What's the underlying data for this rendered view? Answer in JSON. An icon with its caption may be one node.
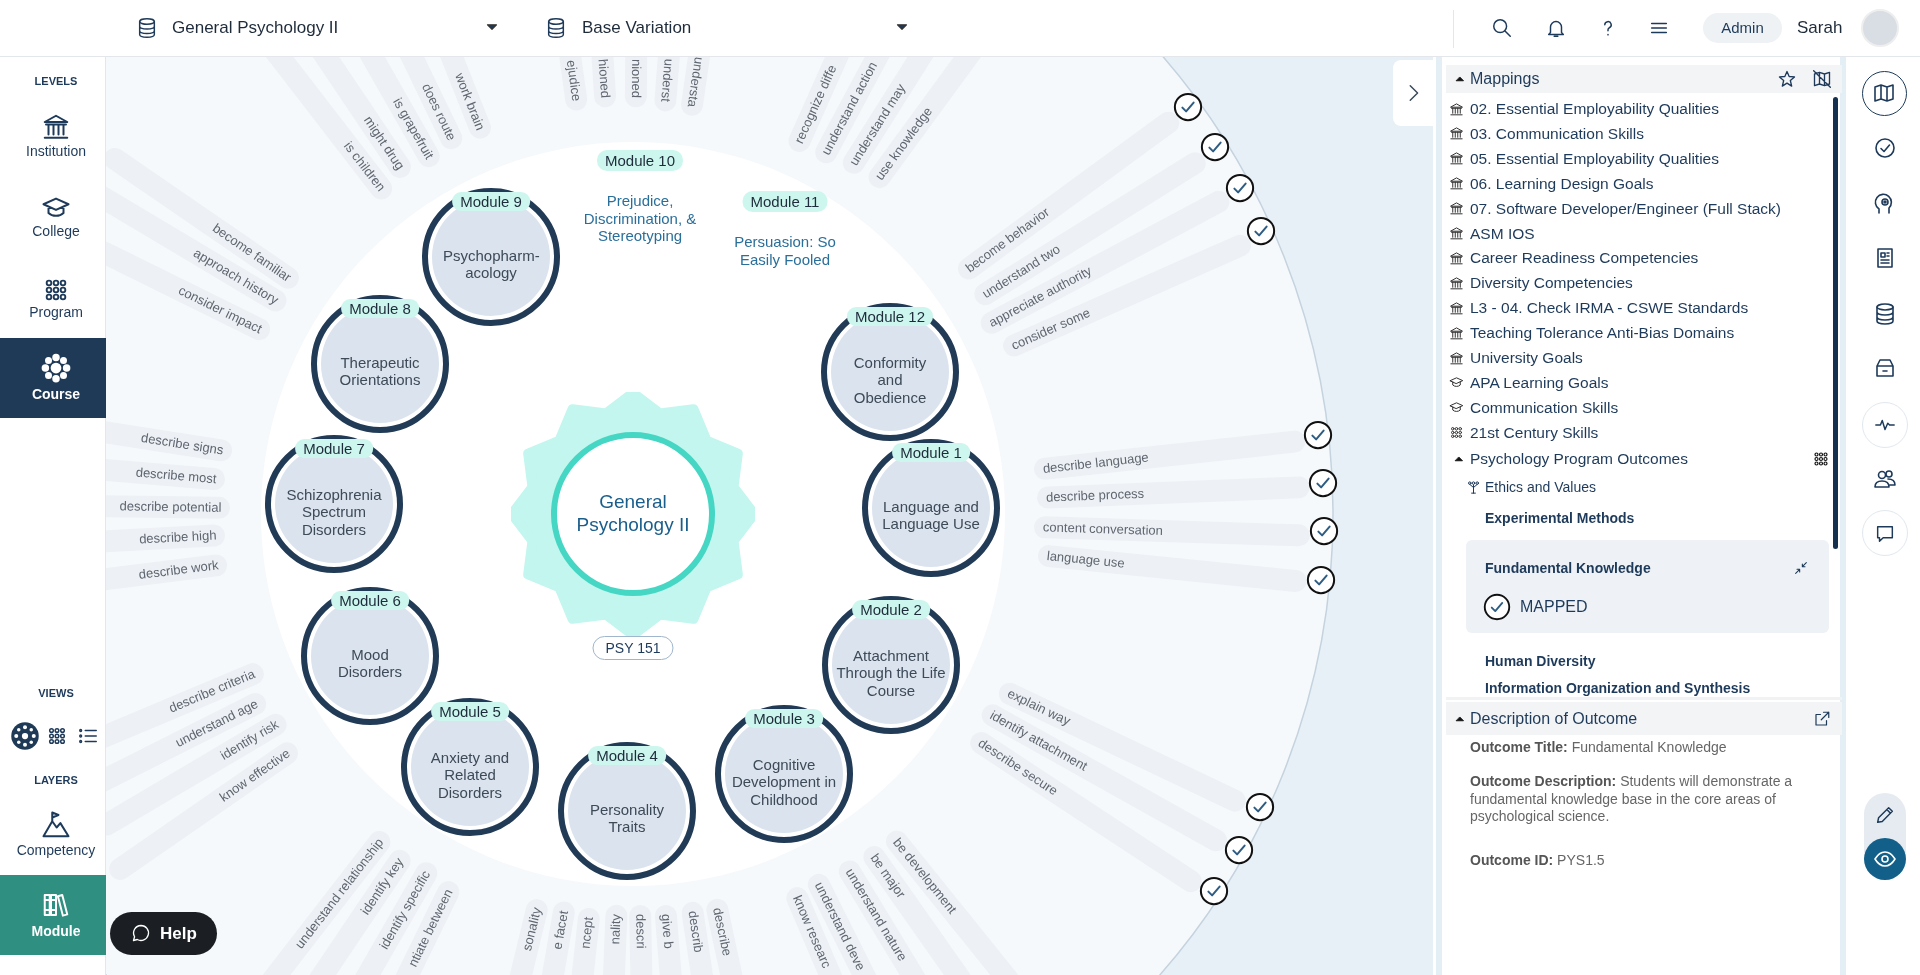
{
  "diagram": {
    "nodes": [
      {
        "text": [
          "General Psychology II"
        ],
        "beside": [
          "PSY 151"
        ]
      },
      {
        "text": [
          "Module 1",
          "Language and Language Use"
        ]
      },
      {
        "text": [
          "Module 2",
          "Attachment Through the Life Course"
        ]
      },
      {
        "text": [
          "Module 3",
          "Cognitive Development in Childhood"
        ]
      },
      {
        "text": [
          "Module 4",
          "Personality Traits"
        ]
      },
      {
        "text": [
          "Module 5",
          "Anxiety and Related Disorders"
        ]
      },
      {
        "text": [
          "Module 6",
          "Mood Disorders"
        ]
      },
      {
        "text": [
          "Module 7",
          "Schizophrenia Spectrum Disorders"
        ]
      },
      {
        "text": [
          "Module 8",
          "Therapeutic Orientations"
        ]
      },
      {
        "text": [
          "Module 9",
          "Psychopharm- acology"
        ]
      },
      {
        "text": [
          "Module 10",
          "Prejudice, Discrimination, & Stereotyping"
        ]
      },
      {
        "text": [
          "Module 11",
          "Persuasion: So Easily Fooled"
        ]
      },
      {
        "text": [
          "Module 12",
          "Conformity and Obedience"
        ]
      }
    ],
    "labels": [
      "LEVELS",
      "Institution",
      "College",
      "Program",
      "Course",
      "VIEWS",
      "LAYERS",
      "Competency",
      "Module",
      "Help",
      "General Psychology II",
      "Base Variation",
      "Admin",
      "Sarah",
      "ejudice",
      "hioned",
      "nioned",
      "underst",
      "understa",
      "recognize diffe",
      "understand action",
      "understand may",
      "use knowledge",
      "become behavior",
      "understand two",
      "appreciate authority",
      "consider some",
      "describe language",
      "describe process",
      "content conversation",
      "language use",
      "explain way",
      "identify attachment",
      "describe secure",
      "be development",
      "be major",
      "understand nature",
      "understand deve",
      "know researc",
      "describe",
      "describ",
      "give b",
      "descri",
      "nality",
      "ncept",
      "e facet",
      "sonality",
      "ntiate between",
      "identify specific",
      "identify key",
      "understand relationship",
      "know effective",
      "identify risk",
      "understand age",
      "describe criteria",
      "describe work",
      "describe high",
      "describe potential",
      "describe most",
      "describe signs",
      "consider impact",
      "approach history",
      "become familiar",
      "is children",
      "might drug",
      "is grapefruit",
      "does route",
      "work brain",
      "Mappings",
      "02. Essential Employability Qualities",
      "03. Communication Skills",
      "05. Essential Employability Qualities",
      "06. Learning Design Goals",
      "07. Software Developer/Engineer (Full Stack)",
      "ASM IOS",
      "Career Readiness Competencies",
      "Diversity Competencies",
      "L3 - 04. Check IRMA - CSWE Standards",
      "Teaching Tolerance Anti-Bias Domains",
      "University Goals",
      "APA Learning Goals",
      "Communication Skills",
      "21st Century Skills",
      "Psychology Program Outcomes",
      "Ethics and Values",
      "Experimental Methods",
      "Fundamental Knowledge",
      "MAPPED",
      "Human Diversity",
      "Information Organization and Synthesis",
      "Description of Outcome",
      "**Outcome Title:** Fundamental Knowledge",
      "**Outcome Description:** Students will demonstrate a fundamental knowledge base in the core areas of psychological science.",
      "**Outcome ID:** PYS1.5"
    ]
  }
}
